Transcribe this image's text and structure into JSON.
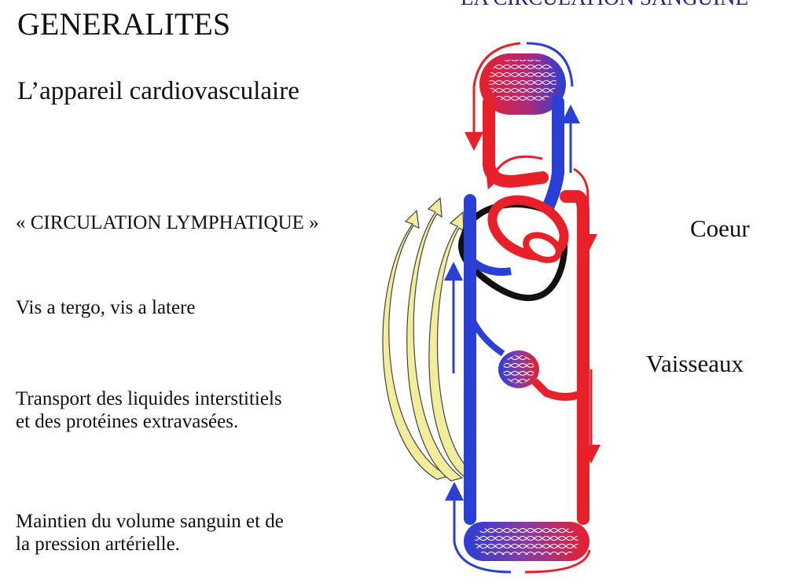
{
  "title": "GENERALITES",
  "header_right": "LA CIRCULATION SANGUINE",
  "subtitle": "L’appareil cardiovasculaire",
  "lymph_label": "« CIRCULATION LYMPHATIQUE »",
  "bullets": {
    "vis": "Vis a tergo, vis a latere",
    "transport_line1": "Transport des liquides interstitiels",
    "transport_line2": "et des protéines extravasées.",
    "maintien_line1": "Maintien du volume sanguin et de",
    "maintien_line2": "la pression artérielle."
  },
  "labels": {
    "coeur": "Coeur",
    "vaisseaux": "Vaisseaux"
  },
  "colors": {
    "arterial": "#e8202a",
    "venous": "#2a3fd6",
    "lymph_fill": "#f1ed9a",
    "heart_outline": "#111111",
    "header_text": "#1a237e"
  }
}
